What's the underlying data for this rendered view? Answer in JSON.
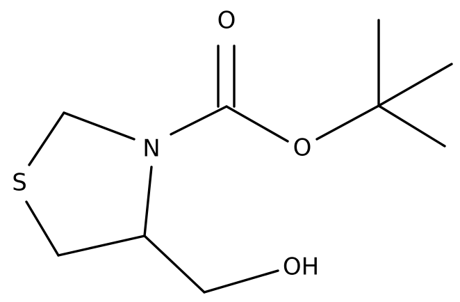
{
  "molecule": {
    "atoms": {
      "oxygen_carbonyl": "O",
      "oxygen_ester": "O",
      "nitrogen": "N",
      "sulfur": "S",
      "hydroxyl": "OH"
    }
  },
  "colors": {
    "bond": "#000000",
    "label": "#000000",
    "background": "#ffffff"
  }
}
